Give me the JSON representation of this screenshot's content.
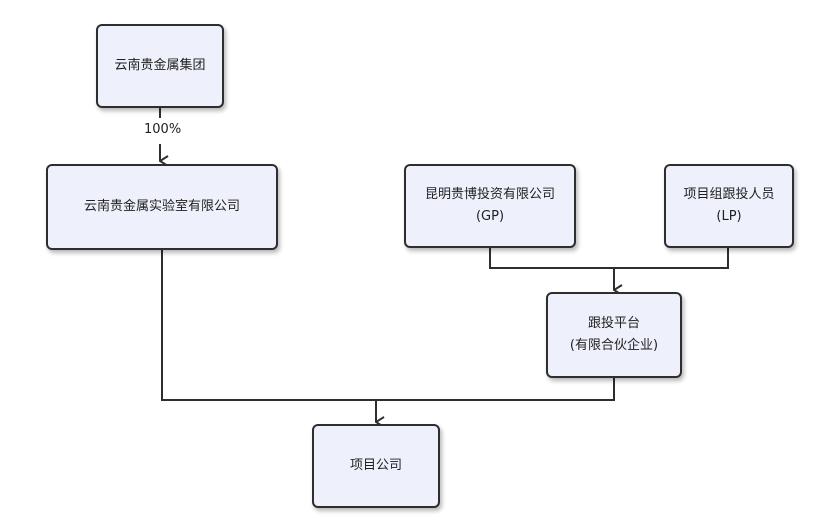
{
  "nodes": {
    "yunnan_group": {
      "label": "云南贵金属集团"
    },
    "yunnan_lab": {
      "label": "云南贵金属实验室有限公司"
    },
    "kunming_boda": {
      "label": "昆明贵博投资有限公司",
      "sub": "(GP)"
    },
    "team_investors": {
      "label": "项目组跟投人员",
      "sub": "(LP)"
    },
    "co_invest_platform": {
      "label": "跟投平台",
      "sub": "(有限合伙企业)"
    },
    "project_company": {
      "label": "项目公司"
    }
  },
  "edges": {
    "group_to_lab": {
      "label": "100%"
    }
  },
  "colors": {
    "node_fill": "#eef1fb",
    "node_border": "#2e2e2e",
    "line": "#2e2e2e"
  }
}
